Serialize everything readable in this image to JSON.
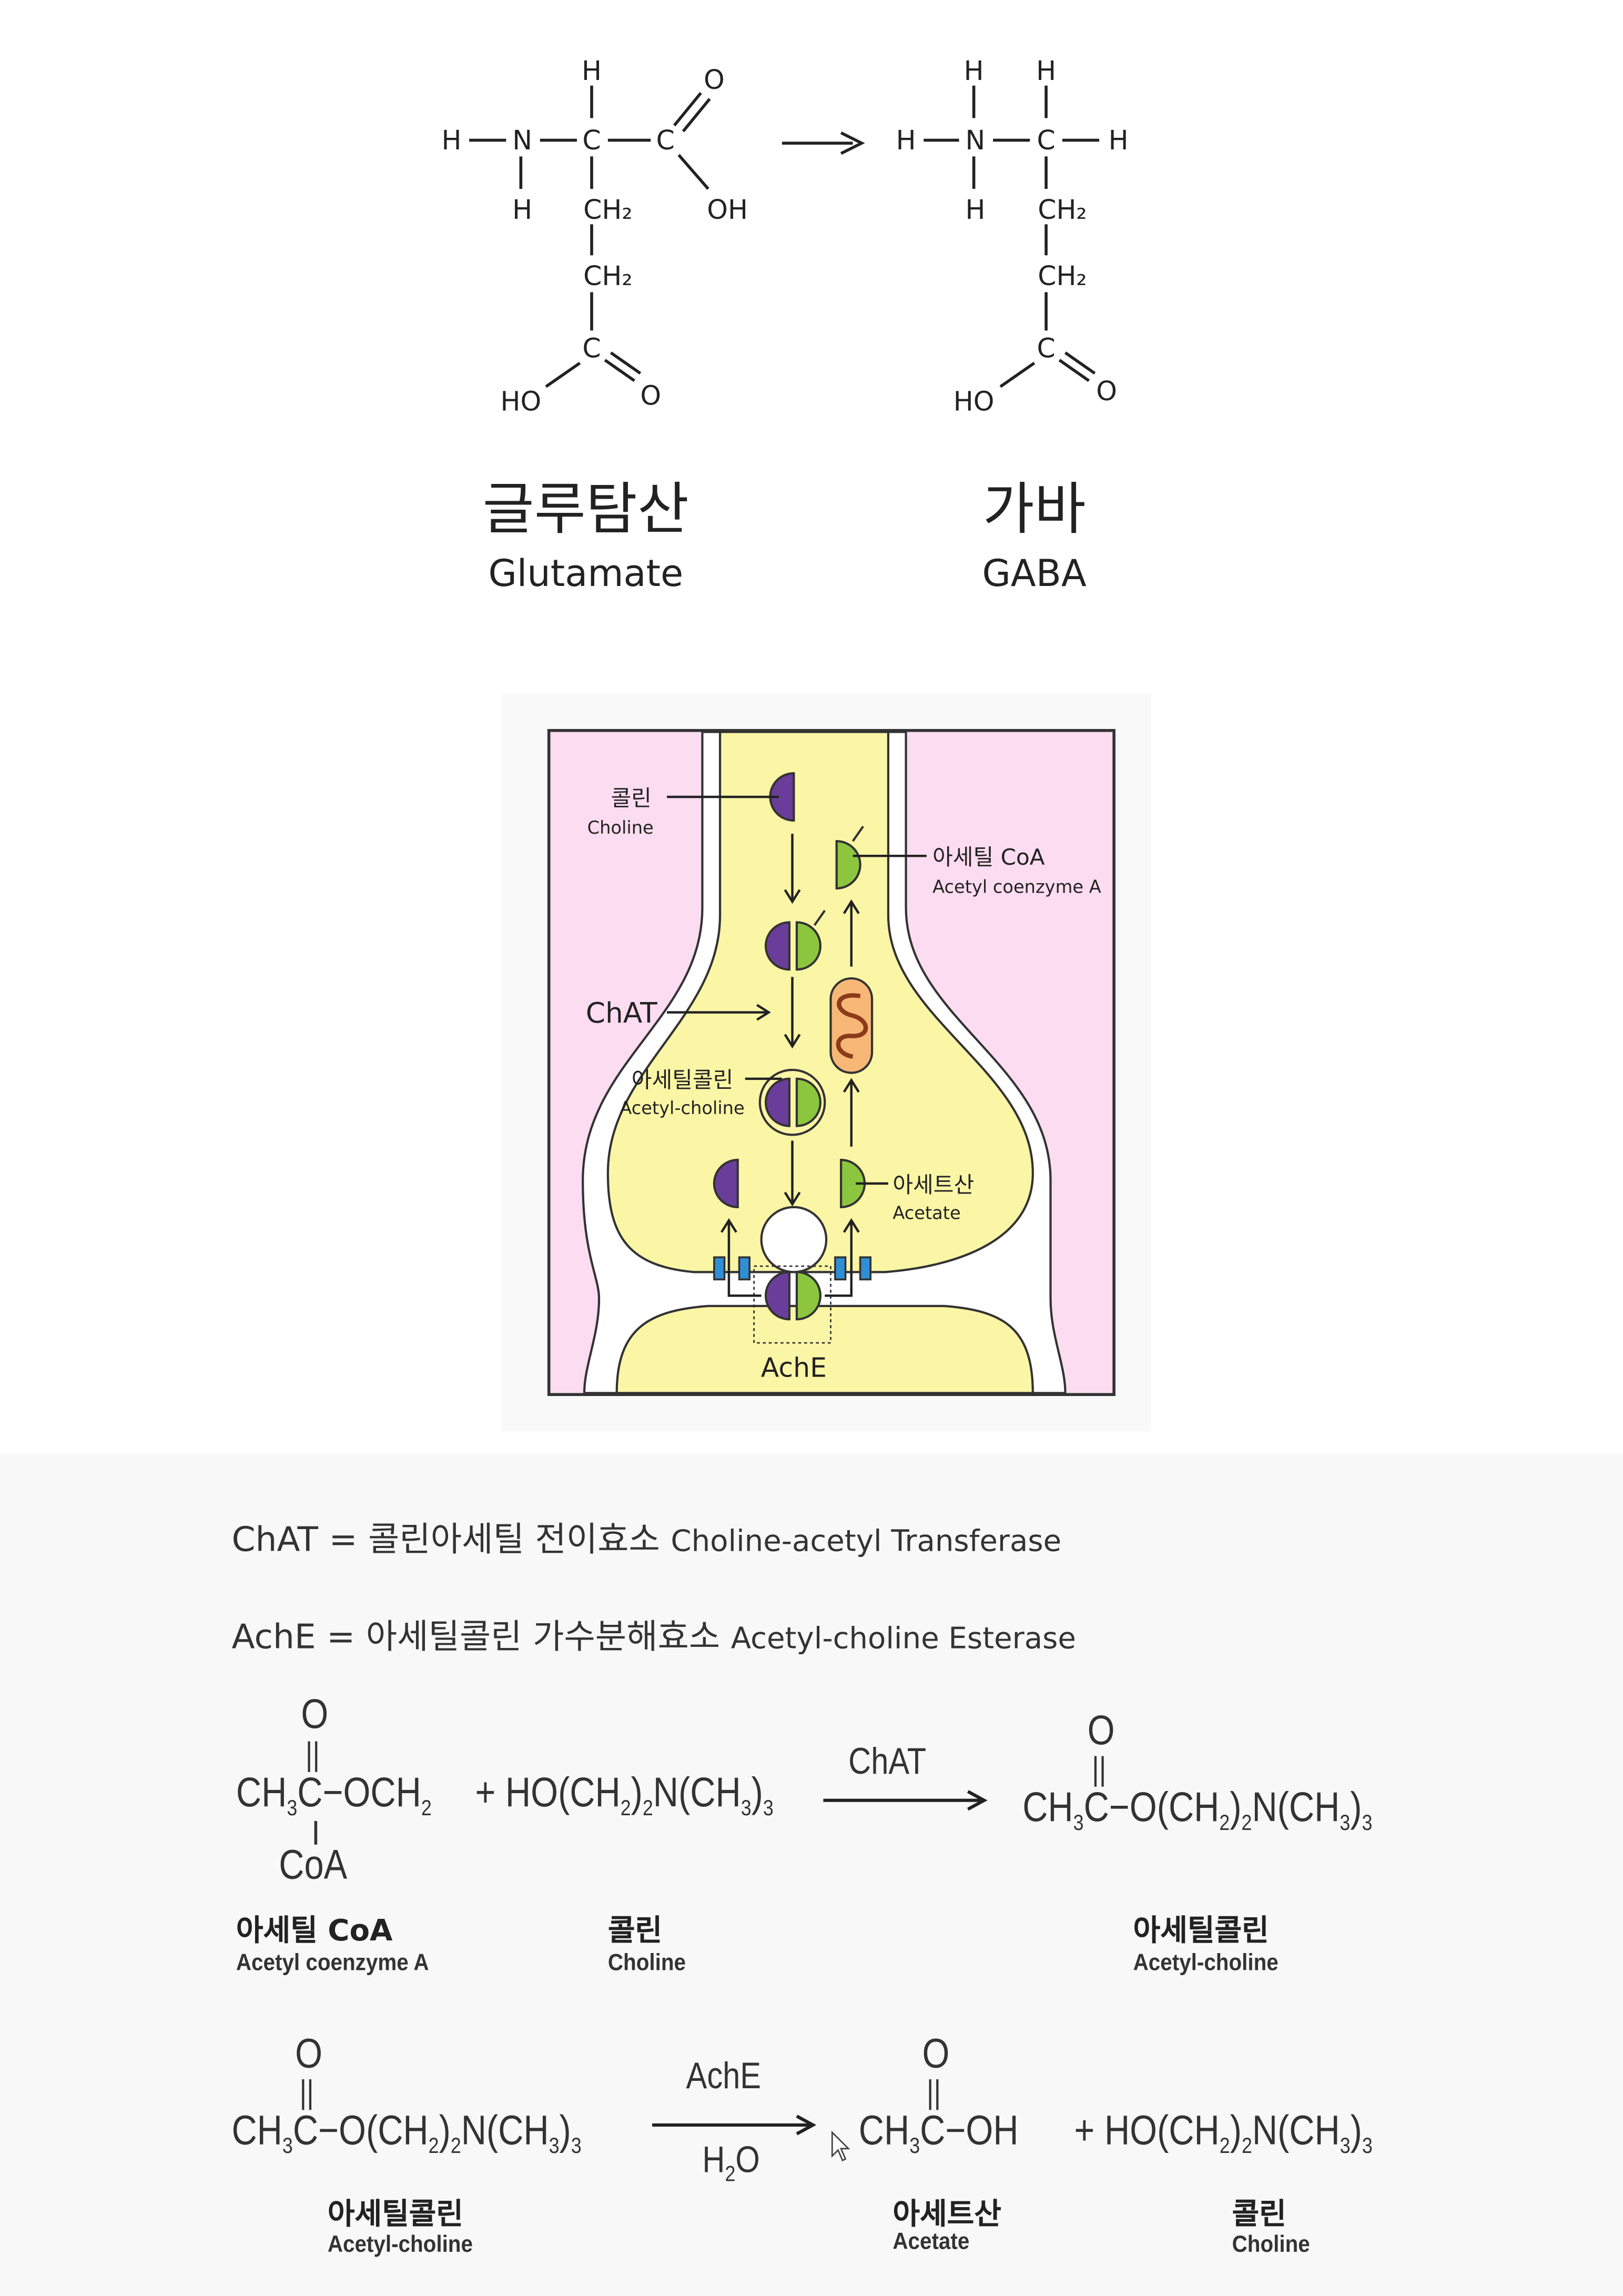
{
  "glutamate": {
    "atoms": {
      "h_top": "H",
      "h_left": "H",
      "n": "N",
      "c_alpha": "C",
      "c_carboxyl": "C",
      "o": "O",
      "oh": "OH",
      "h_n": "H",
      "ch2_1": "CH₂",
      "ch2_2": "CH₂",
      "c_side": "C",
      "ho": "HO",
      "o_side": "O"
    },
    "name_ko": "글루탐산",
    "name_en": "Glutamate"
  },
  "gaba": {
    "atoms": {
      "h_top1": "H",
      "h_top2": "H",
      "h_left": "H",
      "n": "N",
      "c": "C",
      "h_right": "H",
      "h_n": "H",
      "ch2_1": "CH₂",
      "ch2_2": "CH₂",
      "c_side": "C",
      "ho": "HO",
      "o_side": "O"
    },
    "name_ko": "가바",
    "name_en": "GABA"
  },
  "diagram": {
    "choline_ko": "콜린",
    "choline_en": "Choline",
    "acetylcoa_ko": "아세틸 CoA",
    "acetylcoa_en": "Acetyl coenzyme A",
    "chat": "ChAT",
    "ach_ko": "아세틸콜린",
    "ach_en": "Acetyl-choline",
    "acetate_ko": "아세트산",
    "acetate_en": "Acetate",
    "ache": "AchE",
    "colors": {
      "pink": "#fcdcf0",
      "yellow": "#fbf6a6",
      "purple": "#6a3d9a",
      "green": "#8cc63f",
      "mito": "#f7b877",
      "receptor": "#2e8fd6"
    }
  },
  "definitions": [
    {
      "abbr": "ChAT =",
      "ko": "콜린아세틸 전이효소",
      "en": "Choline-acetyl Transferase"
    },
    {
      "abbr": "AchE =",
      "ko": "아세틸콜린 가수분해효소",
      "en": "Acetyl-choline Esterase"
    }
  ],
  "reaction1": {
    "o1": "O",
    "r1": "CH3C−OCH2",
    "coa": "CoA",
    "plus": "+ HO(CH2)2N(CH3)3",
    "enzyme": "ChAT",
    "o2": "O",
    "product": "CH3C−O(CH2)2N(CH3)3",
    "labels": [
      {
        "ko": "아세틸 CoA",
        "en": "Acetyl coenzyme A"
      },
      {
        "ko": "콜린",
        "en": "Choline"
      },
      {
        "ko": "아세틸콜린",
        "en": "Acetyl-choline"
      }
    ]
  },
  "reaction2": {
    "o1": "O",
    "r1": "CH3C−O(CH2)2N(CH3)3",
    "enzyme": "AchE",
    "water": "H2O",
    "o2": "O",
    "p1": "CH3C−OH",
    "p2": "+ HO(CH2)2N(CH3)3",
    "labels": [
      {
        "ko": "아세틸콜린",
        "en": "Acetyl-choline"
      },
      {
        "ko": "아세트산",
        "en": "Acetate"
      },
      {
        "ko": "콜린",
        "en": "Choline"
      }
    ]
  }
}
